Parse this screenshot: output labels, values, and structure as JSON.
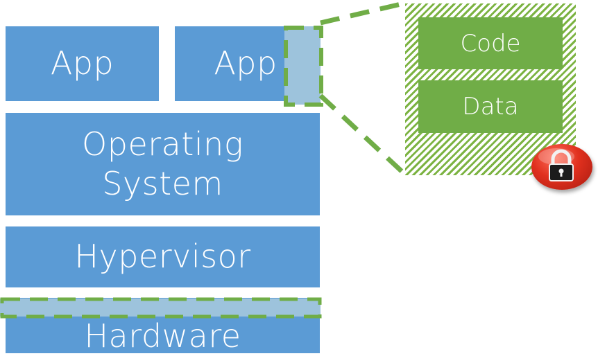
{
  "stack": {
    "app_left": "App",
    "app_right": "App",
    "os_line1": "Operating",
    "os_line2": "System",
    "hypervisor": "Hypervisor",
    "hardware": "Hardware"
  },
  "enclave": {
    "code": "Code",
    "data": "Data"
  },
  "icons": {
    "lock": "padlock-icon"
  },
  "colors": {
    "stack_blue": "#5b9bd5",
    "highlight_blue": "#9dc3dc",
    "enclave_green": "#70ad47",
    "dash_green": "#70ad47",
    "lock_red": "#e0301e"
  }
}
